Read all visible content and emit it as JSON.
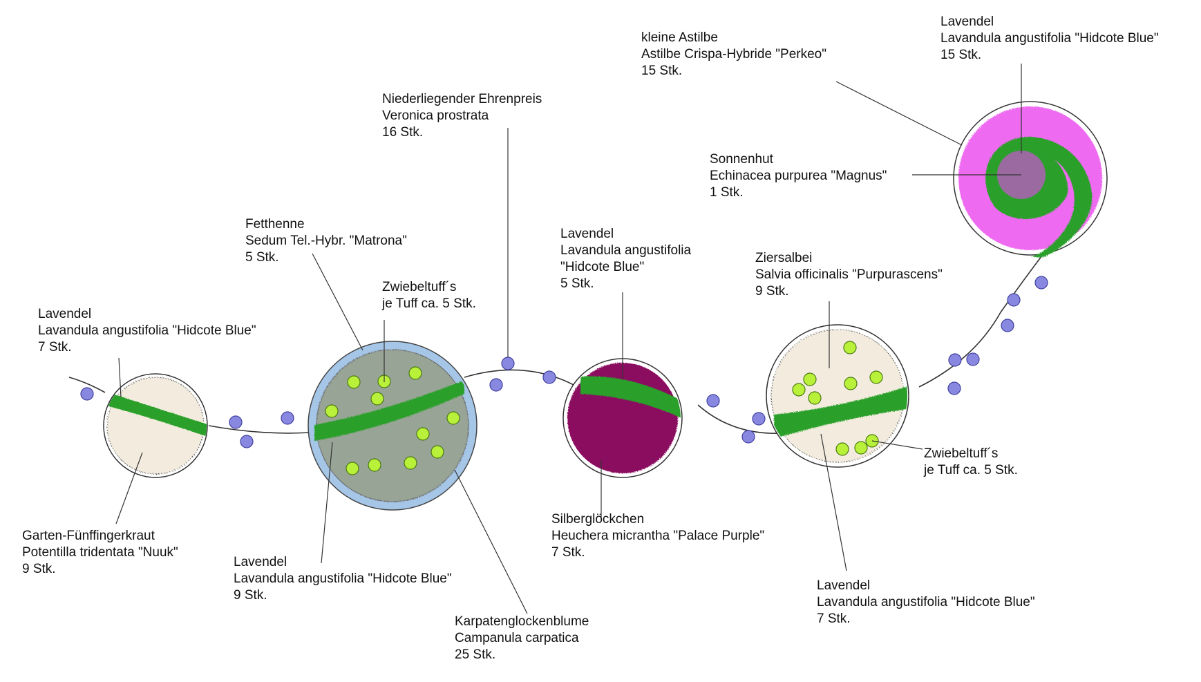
{
  "colors": {
    "line": "#333333",
    "lavender_band": "#2aa02a",
    "blue_dot": "#8888e0",
    "green_dot": "#b8f03a",
    "cream_bed": "#f3ecde",
    "sage_bed": "#98a495",
    "sage_ring": "#a6c6e8",
    "purple_bed": "#8a0a5e",
    "pink_bed": "#ee6af0",
    "center_bed": "#9a6aa0"
  },
  "labels": {
    "lavendel_left": [
      "Lavendel",
      "Lavandula angustifolia \"Hidcote Blue\"",
      "7 Stk."
    ],
    "potentilla": [
      "Garten-Fünffingerkraut",
      "Potentilla tridentata \"Nuuk\"",
      "9 Stk."
    ],
    "fetthenne": [
      "Fetthenne",
      "Sedum Tel.-Hybr. \"Matrona\"",
      "5 Stk."
    ],
    "zwiebel_1": [
      "Zwiebeltuff´s",
      "je Tuff ca. 5 Stk."
    ],
    "lavendel_2": [
      "Lavendel",
      "Lavandula angustifolia \"Hidcote Blue\"",
      "9 Stk."
    ],
    "campanula": [
      "Karpatenglockenblume",
      "Campanula carpatica",
      "25 Stk."
    ],
    "veronica": [
      "Niederliegender Ehrenpreis",
      "Veronica prostrata",
      "16 Stk."
    ],
    "lavendel_3": [
      "Lavendel",
      "Lavandula angustifolia",
      "\"Hidcote Blue\"",
      "5 Stk."
    ],
    "heuchera": [
      "Silberglöckchen",
      "Heuchera micrantha \"Palace Purple\"",
      "7 Stk."
    ],
    "salvia": [
      "Ziersalbei",
      "Salvia officinalis \"Purpurascens\"",
      "9 Stk."
    ],
    "zwiebel_2": [
      "Zwiebeltuff´s",
      "je Tuff ca. 5 Stk."
    ],
    "lavendel_4": [
      "Lavendel",
      "Lavandula angustifolia \"Hidcote Blue\"",
      "7 Stk."
    ],
    "astilbe": [
      "kleine Astilbe",
      "Astilbe Crispa-Hybride \"Perkeo\"",
      "15 Stk."
    ],
    "lavendel_top": [
      "Lavendel",
      "Lavandula angustifolia \"Hidcote Blue\"",
      "15 Stk."
    ],
    "echinacea": [
      "Sonnenhut",
      "Echinacea purpurea \"Magnus\"",
      "1 Stk."
    ]
  }
}
